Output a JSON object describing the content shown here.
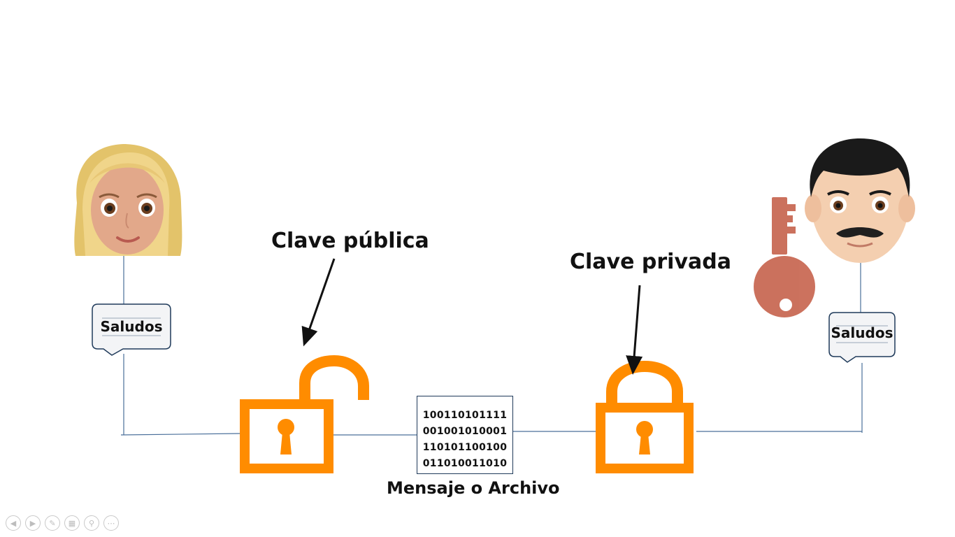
{
  "labels": {
    "public_key": "Clave pública",
    "private_key": "Clave privada",
    "message": "Mensaje o Archivo"
  },
  "bubbles": {
    "left": "Saludos",
    "right": "Saludos"
  },
  "binary_lines": [
    "100110101111",
    "001001010001",
    "110101100100",
    "011010011010"
  ],
  "colors": {
    "lock_orange": "#ff8c00",
    "key_color": "#c96a55",
    "line_blue": "#4a6f9a",
    "bubble_border": "#1f3a5a",
    "bubble_fill": "#f3f4f6"
  },
  "icons": {
    "woman": "woman-blonde-face-icon",
    "man": "man-mustache-face-icon",
    "key": "key-icon",
    "open_lock": "unlocked-padlock-icon",
    "closed_lock": "locked-padlock-icon"
  },
  "toolbar": [
    "previous-icon",
    "next-icon",
    "pen-icon",
    "slides-grid-icon",
    "zoom-icon",
    "more-icon"
  ]
}
